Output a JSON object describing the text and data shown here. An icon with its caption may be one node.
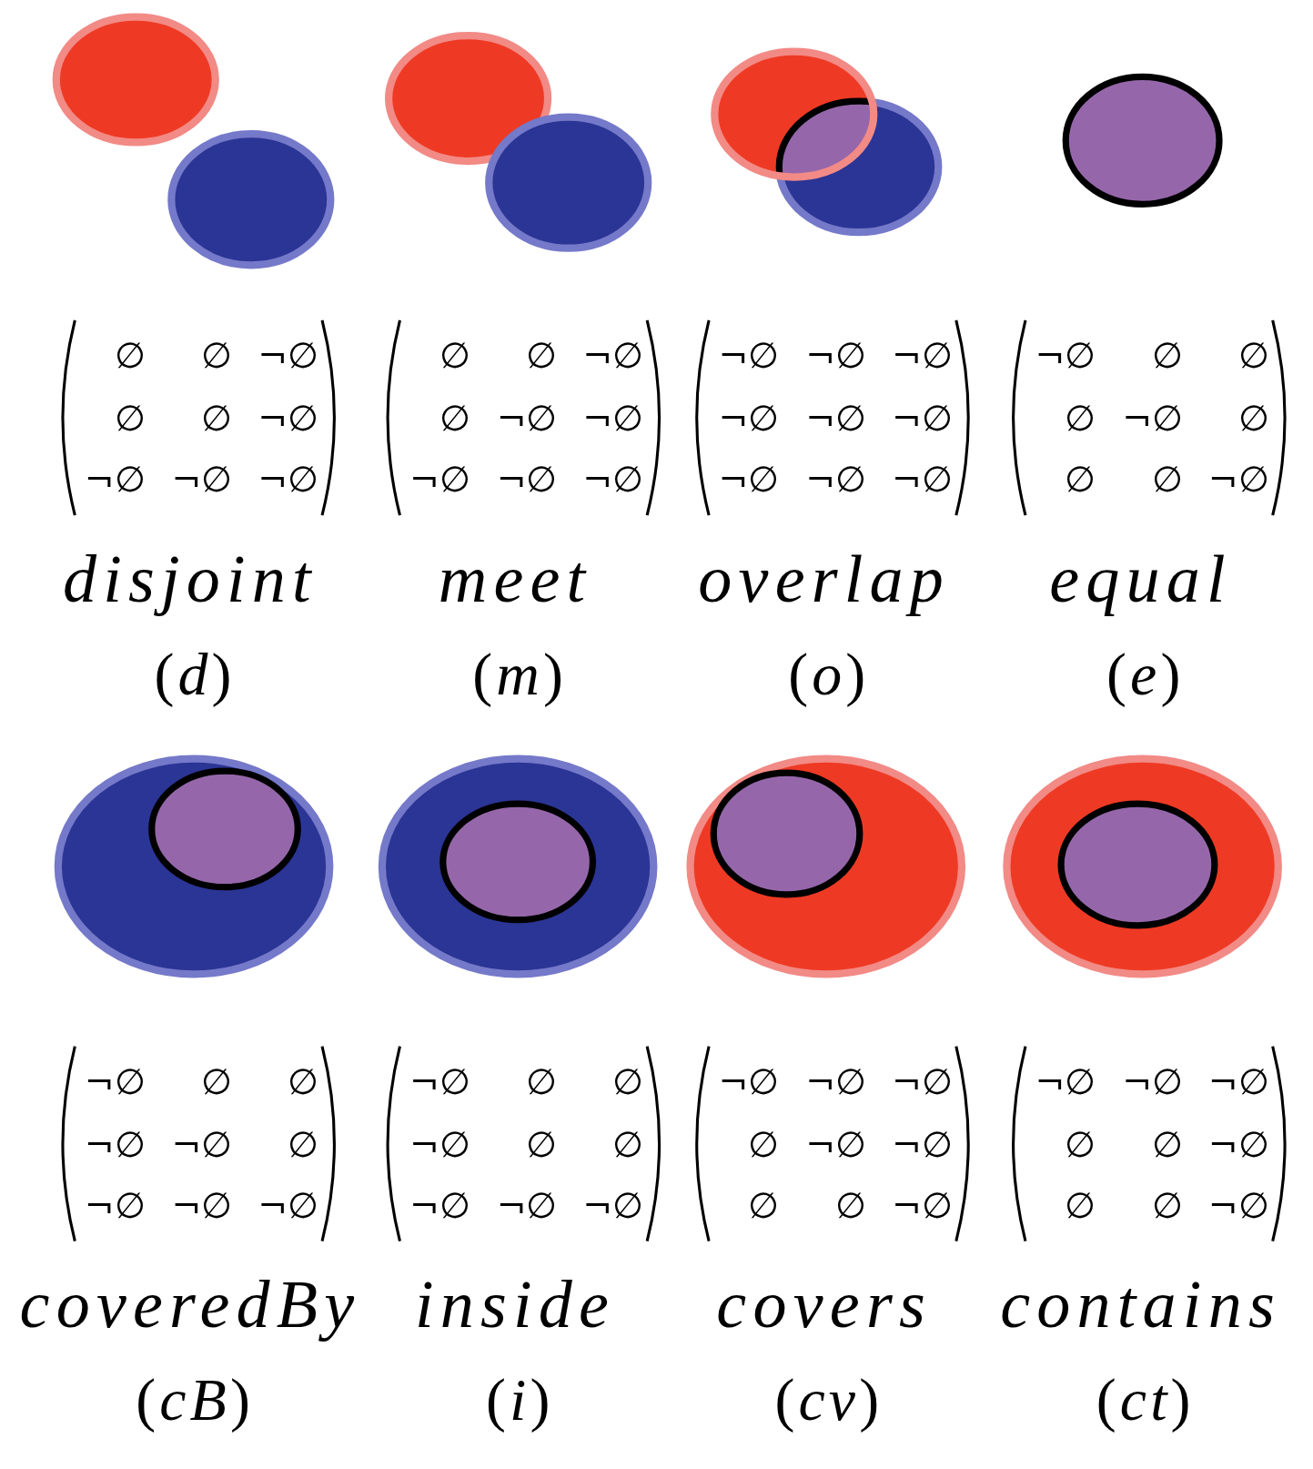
{
  "diagram": {
    "labels": [
      "∅",
      "∅",
      "¬∅",
      "∅",
      "∅",
      "¬∅",
      "¬∅",
      "¬∅",
      "¬∅",
      "disjoint",
      "(*d*)",
      "∅",
      "∅",
      "¬∅",
      "∅",
      "¬∅",
      "¬∅",
      "¬∅",
      "¬∅",
      "¬∅",
      "meet",
      "(*m*)",
      "¬∅",
      "¬∅",
      "¬∅",
      "¬∅",
      "¬∅",
      "¬∅",
      "¬∅",
      "¬∅",
      "¬∅",
      "overlap",
      "(*o*)",
      "¬∅",
      "∅",
      "∅",
      "∅",
      "¬∅",
      "∅",
      "∅",
      "∅",
      "¬∅",
      "equal",
      "(*e*)",
      "¬∅",
      "∅",
      "∅",
      "¬∅",
      "¬∅",
      "∅",
      "¬∅",
      "¬∅",
      "¬∅",
      "coveredBy",
      "(*cB*)",
      "¬∅",
      "∅",
      "∅",
      "¬∅",
      "∅",
      "∅",
      "¬∅",
      "¬∅",
      "¬∅",
      "inside",
      "(*i*)",
      "¬∅",
      "¬∅",
      "¬∅",
      "∅",
      "¬∅",
      "¬∅",
      "∅",
      "∅",
      "¬∅",
      "covers",
      "(*cv*)",
      "¬∅",
      "¬∅",
      "¬∅",
      "∅",
      "∅",
      "¬∅",
      "∅",
      "∅",
      "¬∅",
      "contains",
      "(*ct*)"
    ]
  }
}
